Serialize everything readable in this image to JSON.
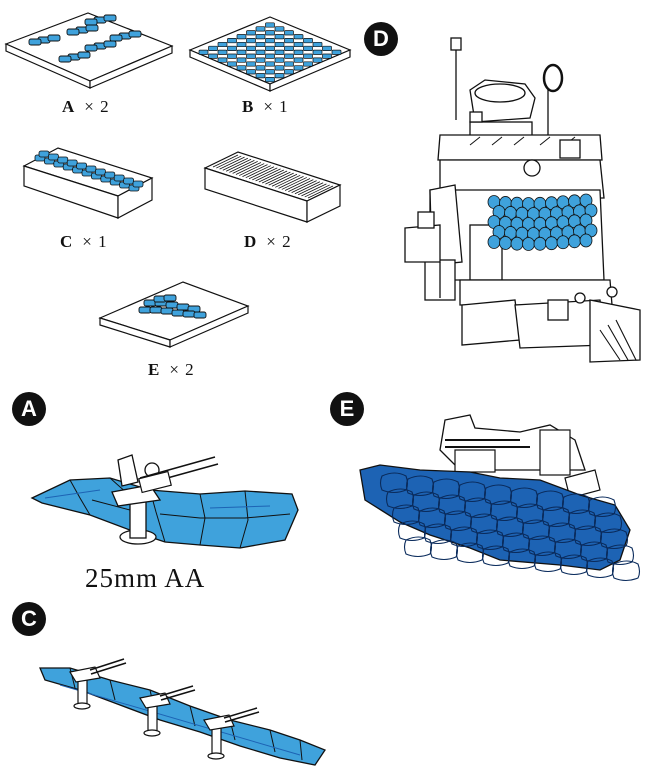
{
  "parts": [
    {
      "letter": "A",
      "qty": "× 2"
    },
    {
      "letter": "B",
      "qty": "× 1"
    },
    {
      "letter": "C",
      "qty": "× 1"
    },
    {
      "letter": "D",
      "qty": "× 2"
    },
    {
      "letter": "E",
      "qty": "× 2"
    }
  ],
  "badges": {
    "a": "A",
    "c": "C",
    "d": "D",
    "e": "E"
  },
  "caption_25mm": "25mm AA",
  "colors": {
    "sandbag": "#3fa2dc",
    "sandbag_dark": "#1d63b4",
    "ink": "#111111",
    "background": "#ffffff"
  }
}
